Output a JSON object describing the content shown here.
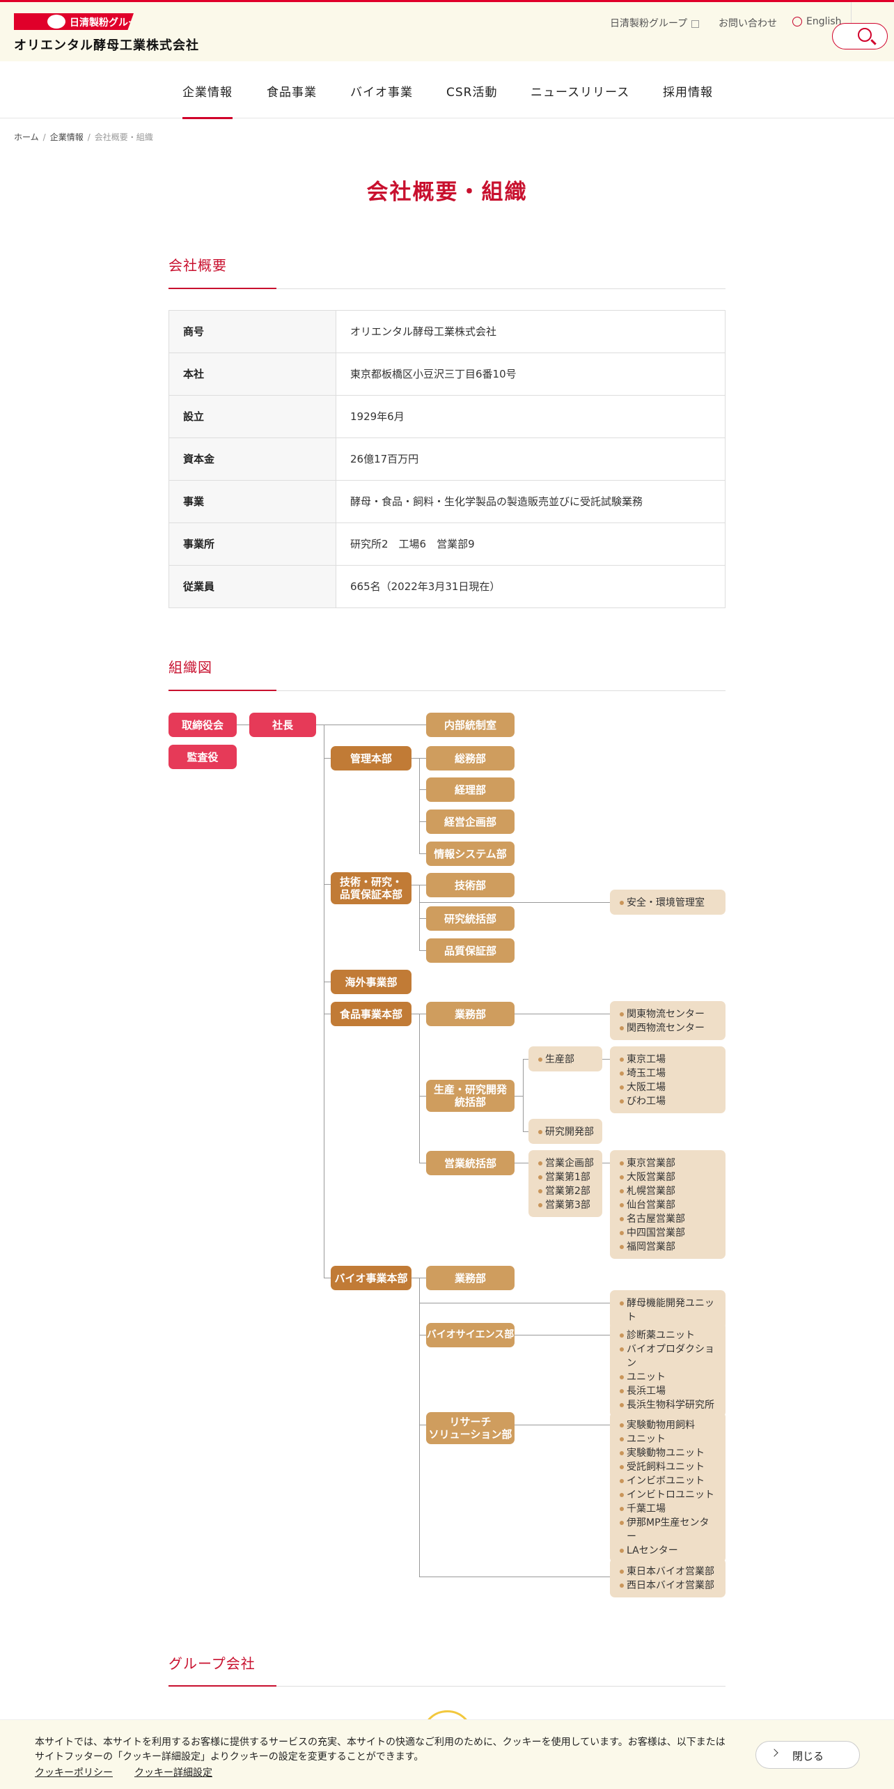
{
  "header": {
    "group_label": "日清製粉グループ",
    "company_name": "オリエンタル酵母工業株式会社",
    "util_links": {
      "group": "日清製粉グループ",
      "contact": "お問い合わせ",
      "english": "English"
    }
  },
  "nav": [
    "企業情報",
    "食品事業",
    "バイオ事業",
    "CSR活動",
    "ニュースリリース",
    "採用情報"
  ],
  "breadcrumb": [
    "ホーム",
    "企業情報",
    "会社概要・組織"
  ],
  "page_title": "会社概要・組織",
  "overview": {
    "title": "会社概要",
    "rows": [
      {
        "label": "商号",
        "value": "オリエンタル酵母工業株式会社"
      },
      {
        "label": "本社",
        "value": "東京都板橋区小豆沢三丁目6番10号"
      },
      {
        "label": "設立",
        "value": "1929年6月"
      },
      {
        "label": "資本金",
        "value": "26億17百万円"
      },
      {
        "label": "事業",
        "value": "酵母・食品・飼料・生化学製品の製造販売並びに受託試験業務"
      },
      {
        "label": "事業所",
        "value": "研究所2　工場6　営業部9"
      },
      {
        "label": "従業員",
        "value": "665名（2022年3月31日現在）"
      }
    ]
  },
  "org": {
    "title": "組織図",
    "board": "取締役会",
    "auditor": "監査役",
    "president": "社長",
    "internal_control": "内部統制室",
    "admin": {
      "name": "管理本部",
      "depts": [
        "総務部",
        "経理部",
        "経営企画部",
        "情報システム部"
      ]
    },
    "tech": {
      "name_l1": "技術・研究・",
      "name_l2": "品質保証本部",
      "depts": [
        "技術部",
        "研究統括部",
        "品質保証部"
      ],
      "safety": "安全・環境管理室"
    },
    "overseas": "海外事業部",
    "food": {
      "name": "食品事業本部",
      "business": "業務部",
      "logistics": [
        "関東物流センター",
        "関西物流センター"
      ],
      "prod_l1": "生産・研究開発",
      "prod_l2": "統括部",
      "production": "生産部",
      "factories": [
        "東京工場",
        "埼玉工場",
        "大阪工場",
        "びわ工場"
      ],
      "rnd": "研究開発部",
      "sales": "営業統括部",
      "sales_groups": [
        "営業企画部",
        "営業第1部",
        "営業第2部",
        "営業第3部"
      ],
      "sales_offices": [
        "東京営業部",
        "大阪営業部",
        "札幌営業部",
        "仙台営業部",
        "名古屋営業部",
        "中四国営業部",
        "福岡営業部"
      ]
    },
    "bio": {
      "name": "バイオ事業本部",
      "business": "業務部",
      "yeast_unit": "酵母機能開発ユニット",
      "bioscience": "バイオサイエンス部",
      "bioscience_units": [
        "診断薬ユニット",
        "バイオプロダクション",
        "ユニット",
        "長浜工場",
        "長浜生物科学研究所"
      ],
      "research_l1": "リサーチ",
      "research_l2": "ソリューション部",
      "research_units": [
        "実験動物用飼料",
        "ユニット",
        "実験動物ユニット",
        "受託飼料ユニット",
        "インビボユニット",
        "インビトロユニット",
        "千葉工場",
        "伊那MP生産センター",
        "LAセンター"
      ],
      "bio_sales": [
        "東日本バイオ営業部",
        "西日本バイオ営業部"
      ]
    }
  },
  "group": {
    "title": "グループ会社"
  },
  "cookie": {
    "text": "本サイトでは、本サイトを利用するお客様に提供するサービスの充実、本サイトの快適なご利用のために、クッキーを使用しています。お客様は、以下またはサイトフッターの「クッキー詳細設定」よりクッキーの設定を変更することができます。",
    "policy": "クッキーポリシー",
    "settings": "クッキー詳細設定",
    "close": "閉じる"
  }
}
